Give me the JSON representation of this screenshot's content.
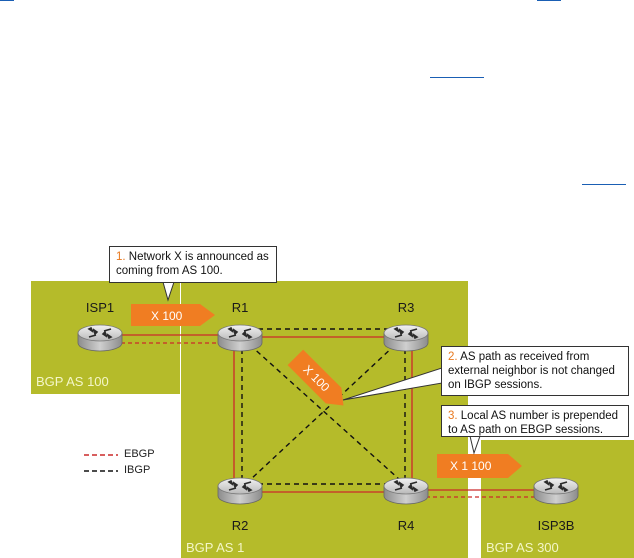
{
  "colors": {
    "as_fill": "#b5bb2a",
    "ebgp": "#cc2a2a",
    "ibgp": "#111111",
    "arrow": "#f07d22",
    "callout_number": "#e8781e",
    "link": "#1a5fb4"
  },
  "diagram": {
    "as_boxes": [
      {
        "label": "BGP AS 100"
      },
      {
        "label": "BGP AS 1"
      },
      {
        "label": "BGP AS 300"
      }
    ],
    "routers": [
      {
        "label": "ISP1",
        "icon": "router-icon"
      },
      {
        "label": "R1",
        "icon": "router-icon"
      },
      {
        "label": "R3",
        "icon": "router-icon"
      },
      {
        "label": "R2",
        "icon": "router-icon"
      },
      {
        "label": "R4",
        "icon": "router-icon"
      },
      {
        "label": "ISP3B",
        "icon": "router-icon"
      }
    ],
    "callouts": [
      {
        "number": "1.",
        "text": " Network X is announced as coming from AS 100."
      },
      {
        "number": "2.",
        "text": " AS path as received from external neighbor is not changed on IBGP sessions."
      },
      {
        "number": "3.",
        "text": " Local AS number is prepended to AS path on EBGP  sessions."
      }
    ],
    "arrows": [
      {
        "label": "X  100"
      },
      {
        "label": "X  100"
      },
      {
        "label": "X  1 100"
      }
    ],
    "legend": {
      "ebgp": "EBGP",
      "ibgp": "IBGP"
    }
  }
}
